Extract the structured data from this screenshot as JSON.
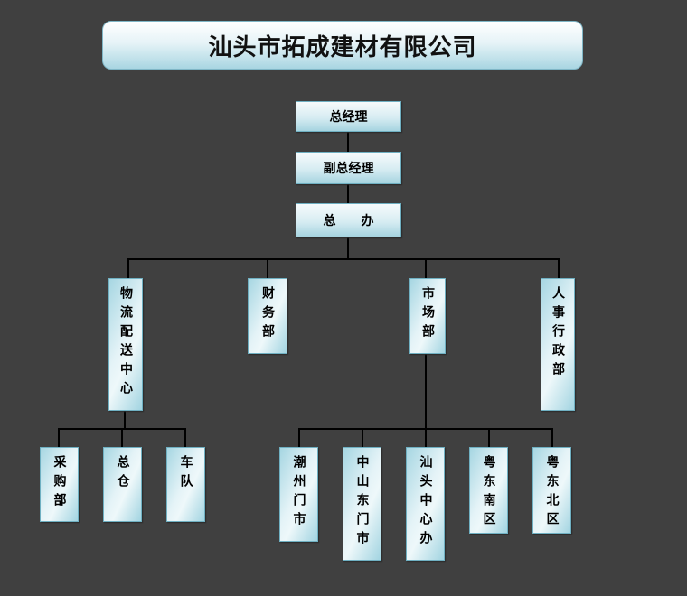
{
  "title": "汕头市拓成建材有限公司",
  "top": [
    "总经理",
    "副总经理",
    "总　　办"
  ],
  "departments": [
    "物流配送中心",
    "财务部",
    "市场部",
    "人事行政部"
  ],
  "logistics_children": [
    "采购部",
    "总仓",
    "车队"
  ],
  "market_children": [
    "潮州门市",
    "中山东门市",
    "汕头中心办",
    "粤东南区",
    "粤东北区"
  ],
  "colors": {
    "background": "#404040",
    "box_light": "#eef8fa",
    "box_dark": "#a6d4e0",
    "line": "#000000"
  }
}
